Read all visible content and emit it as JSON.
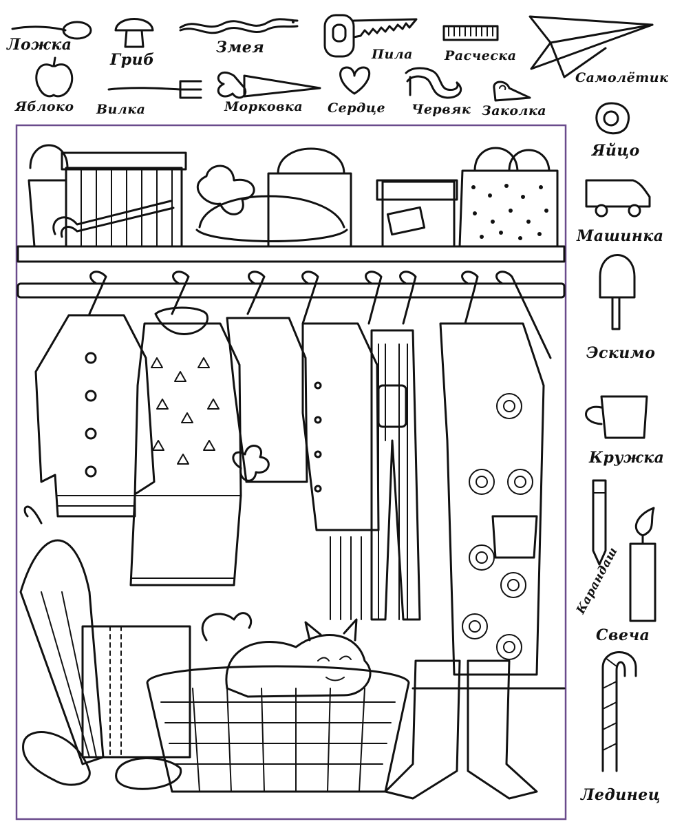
{
  "items": {
    "spoon": "Ложка",
    "mushroom": "Гриб",
    "snake": "Змея",
    "saw": "Пила",
    "comb": "Расческа",
    "plane": "Самолётик",
    "apple": "Яблоко",
    "fork": "Вилка",
    "carrot": "Морковка",
    "heart": "Сердце",
    "worm": "Червяк",
    "hairpin": "Заколка",
    "egg": "Яйцо",
    "car": "Машинка",
    "icecream": "Эскимо",
    "mug": "Кружка",
    "pencil": "Карандаш",
    "candle": "Свеча",
    "candycane": "Лединец"
  }
}
